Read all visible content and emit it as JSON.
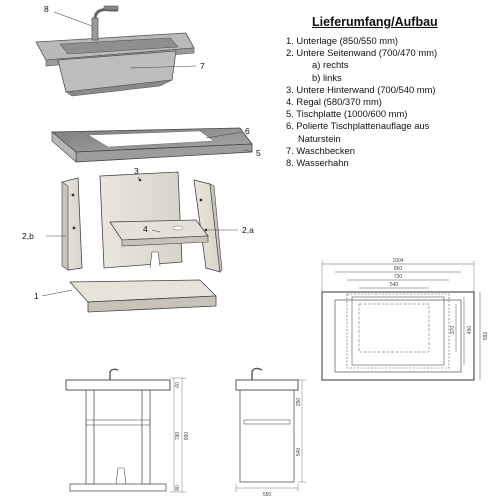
{
  "legend": {
    "title": "Lieferumfang/Aufbau",
    "items": [
      "1. Unterlage (850/550 mm)",
      "2. Untere Seitenwand (700/470 mm)",
      "a) rechts",
      "b) links",
      "3. Untere Hinterwand (700/540 mm)",
      "4. Regal (580/370 mm)",
      "5. Tischplatte (1000/600 mm)",
      "6. Polierte Tischplattenauflage aus",
      "Naturstein",
      "7. Waschbecken",
      "8. Wasserhahn"
    ]
  },
  "callouts": {
    "c8": "8",
    "c7": "7",
    "c6": "6",
    "c5": "5",
    "c3": "3",
    "c2b": "2,b",
    "c4": "4",
    "c2a": "2,a",
    "c1": "1"
  },
  "dimensions": {
    "top_view": {
      "w1": "1004",
      "w2": "850",
      "w3": "730",
      "w4": "540",
      "h1": "370",
      "h2": "450",
      "h3": "592"
    },
    "front_view": {
      "h_top": "60",
      "h_mid": "790",
      "h_total": "890",
      "h_bot": "80"
    },
    "side_view": {
      "d_top": "250",
      "d_mid": "540",
      "width": "550"
    }
  }
}
